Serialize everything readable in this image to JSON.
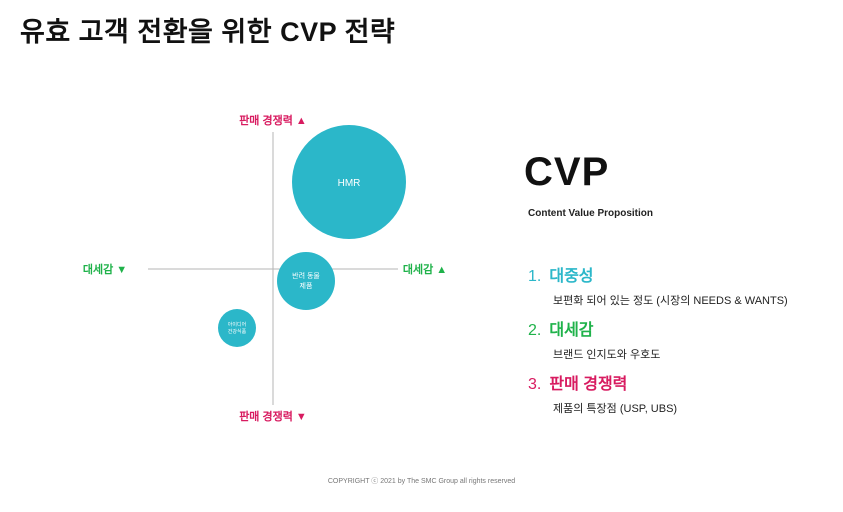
{
  "title": "유효 고객 전환을 위한 CVP 전략",
  "diagram": {
    "axis_top": "판매 경쟁력 ▲",
    "axis_bottom": "판매 경쟁력 ▼",
    "axis_left": "대세감 ▼",
    "axis_right": "대세감 ▲",
    "bubbles": [
      {
        "label_lines": [
          "HMR"
        ],
        "size": "large"
      },
      {
        "label_lines": [
          "반려 동물",
          "제품"
        ],
        "size": "medium"
      },
      {
        "label_lines": [
          "아이디어",
          "건강식품"
        ],
        "size": "small"
      }
    ],
    "colors": {
      "bubble": "#2bb7c9",
      "pink": "#d81b60",
      "green": "#1fb24a",
      "axis": "#b5b5b5"
    }
  },
  "cvp": {
    "heading": "CVP",
    "subtitle": "Content Value Proposition",
    "items": [
      {
        "num": "1.",
        "title": "대중성",
        "desc": "보편화 되어 있는 정도 (시장의 NEEDS & WANTS)",
        "color": "#2bb7c9"
      },
      {
        "num": "2.",
        "title": "대세감",
        "desc": "브랜드 인지도와 우호도",
        "color": "#1fb24a"
      },
      {
        "num": "3.",
        "title": "판매 경쟁력",
        "desc": "제품의 특장점 (USP, UBS)",
        "color": "#d81b60"
      }
    ]
  },
  "footer": "COPYRIGHT ⓒ 2021 by The SMC Group all rights reserved"
}
